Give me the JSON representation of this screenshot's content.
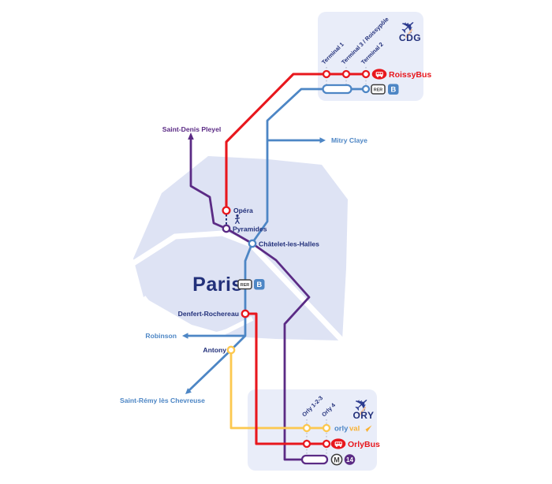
{
  "colors": {
    "roissybus_orlybus_red": "#e8171d",
    "rer_b_blue": "#4d86c5",
    "metro14_purple": "#5b2b85",
    "orlyval_yellow": "#fcc84f",
    "text_navy": "#22307a",
    "paris_area_fill": "#dee3f4",
    "airport_box_fill": "#e9edf9"
  },
  "paris": {
    "label": "Paris"
  },
  "cdg": {
    "code": "CDG",
    "terminal_1": "Terminal 1",
    "terminal_3": "Terminal 3 / Roissypôle",
    "terminal_2": "Terminal 2",
    "roissybus": "RoissyBus",
    "rer": "RER",
    "line_b": "B"
  },
  "ory": {
    "code": "ORY",
    "orly_123": "Orly 1-2-3",
    "orly_4": "Orly 4",
    "orlyval_orly": "orly",
    "orlyval_val": "val",
    "orlybus": "OrlyBus",
    "metro": "M",
    "line_14": "14"
  },
  "center_badge": {
    "rer": "RER",
    "line_b": "B"
  },
  "stations": {
    "opera": "Opéra",
    "pyramides": "Pyramides",
    "chatelet": "Châtelet-les-Halles",
    "denfert": "Denfert-Rochereau",
    "antony": "Antony"
  },
  "termini": {
    "saint_denis_pleyel": "Saint-Denis Pleyel",
    "mitry_claye": "Mitry Claye",
    "robinson": "Robinson",
    "saint_remy": "Saint-Rémy lès Chevreuse"
  }
}
